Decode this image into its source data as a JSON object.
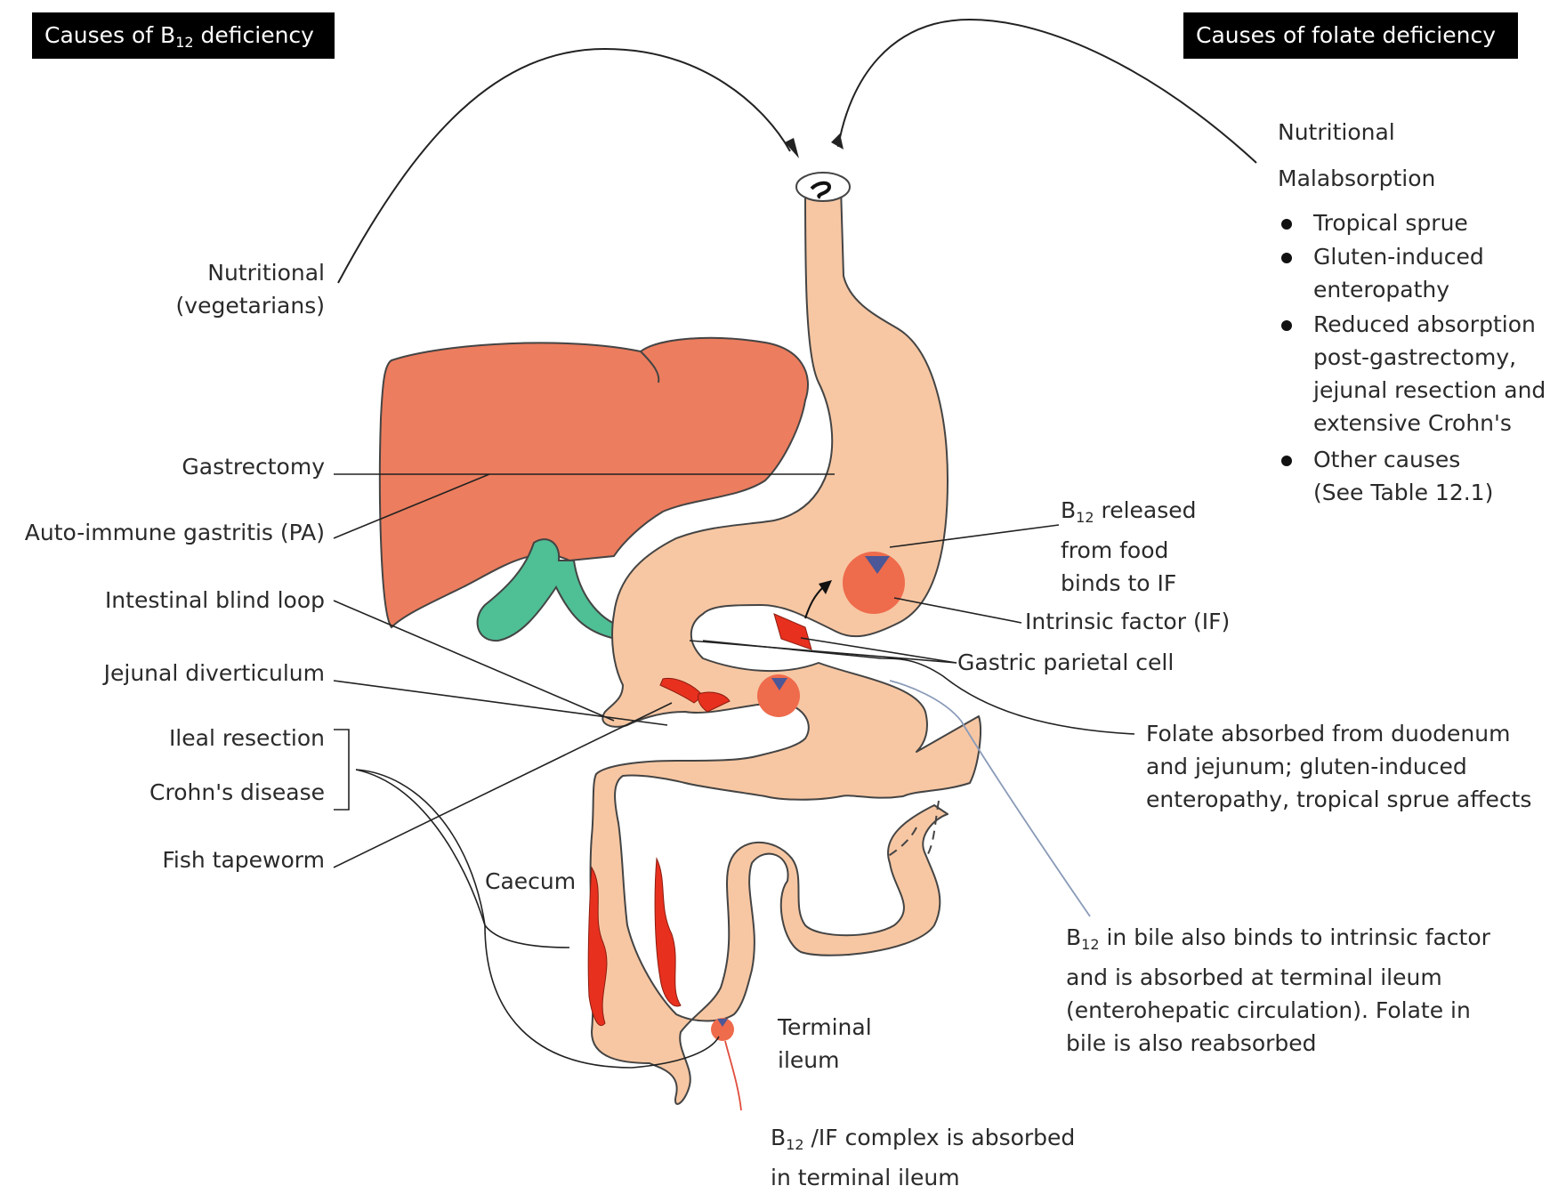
{
  "headers": {
    "b12": "Causes of B12 deficiency",
    "folate": "Causes of folate deficiency"
  },
  "left_labels": {
    "nutritional_1": "Nutritional",
    "nutritional_2": "(vegetarians)",
    "gastrectomy": "Gastrectomy",
    "autoimmune": "Auto-immune gastritis (PA)",
    "blind_loop": "Intestinal blind loop",
    "jejunal": "Jejunal diverticulum",
    "ileal": "Ileal resection",
    "crohns": "Crohn's disease",
    "tapeworm": "Fish tapeworm"
  },
  "folate_causes": {
    "nutritional": "Nutritional",
    "malabsorption": "Malabsorption",
    "items": [
      [
        "Tropical sprue"
      ],
      [
        "Gluten-induced",
        "enteropathy"
      ],
      [
        "Reduced absorption",
        "post-gastrectomy,",
        "jejunal resection and",
        "extensive Crohn's"
      ],
      [
        "Other causes",
        "(See Table 12.1)"
      ]
    ]
  },
  "right_labels": {
    "b12_released": [
      "B12 released",
      "from food",
      "binds to IF"
    ],
    "intrinsic_factor": "Intrinsic factor (IF)",
    "parietal": "Gastric parietal cell",
    "folate_absorbed": [
      "Folate absorbed from duodenum",
      "and jejunum; gluten-induced",
      "enteropathy, tropical sprue affects"
    ],
    "bile": [
      "B12 in bile also binds to intrinsic factor",
      "and is absorbed at terminal ileum",
      "(enterohepatic circulation). Folate in",
      "bile is also reabsorbed"
    ]
  },
  "anatomy_labels": {
    "caecum": "Caecum",
    "terminal_ileum": [
      "Terminal",
      "ileum"
    ],
    "complex": [
      "B12 /IF complex is absorbed",
      "in terminal ileum"
    ]
  },
  "colors": {
    "gut": "#f7c7a3",
    "liver": "#ec7d5e",
    "gallbladder": "#4fbf95",
    "red_patch": "#e8301f",
    "if_circle": "#ee6b4c",
    "b12_triangle": "#4b5796",
    "header_bg": "#000000"
  }
}
